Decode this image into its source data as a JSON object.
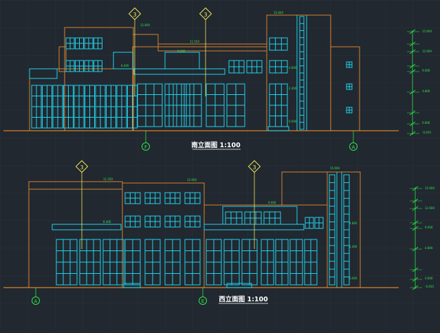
{
  "colors": {
    "background": "#212830",
    "grid": "#2a323b",
    "outline": "#d9822b",
    "window": "#1fd4ee",
    "dimension": "#2ee84a",
    "callout": "#f0e65a",
    "title": "#ffffff",
    "axis_ring": "#2ee84a"
  },
  "south_elevation": {
    "title": "南立面图 1:100",
    "axis_left": "F",
    "axis_right": "A",
    "callouts": [
      "3",
      "3"
    ],
    "levels": [
      "15.600",
      "12.600",
      "11.550",
      "9.000",
      "8.400",
      "4.800",
      "2.400",
      "0.000"
    ],
    "side_levels": [
      "15.600",
      "12.600",
      "9.000",
      "4.800",
      "0.600",
      "-0.450"
    ]
  },
  "west_elevation": {
    "title": "西立面图 1:100",
    "axis_left": "A",
    "axis_right": "E",
    "callouts": [
      "3",
      "3"
    ],
    "levels": [
      "15.600",
      "12.600",
      "11.550",
      "9.000",
      "8.400",
      "4.800",
      "2.400",
      "0.000"
    ],
    "side_levels": [
      "15.600",
      "12.600",
      "9.000",
      "4.800",
      "0.600",
      "-0.450"
    ]
  }
}
